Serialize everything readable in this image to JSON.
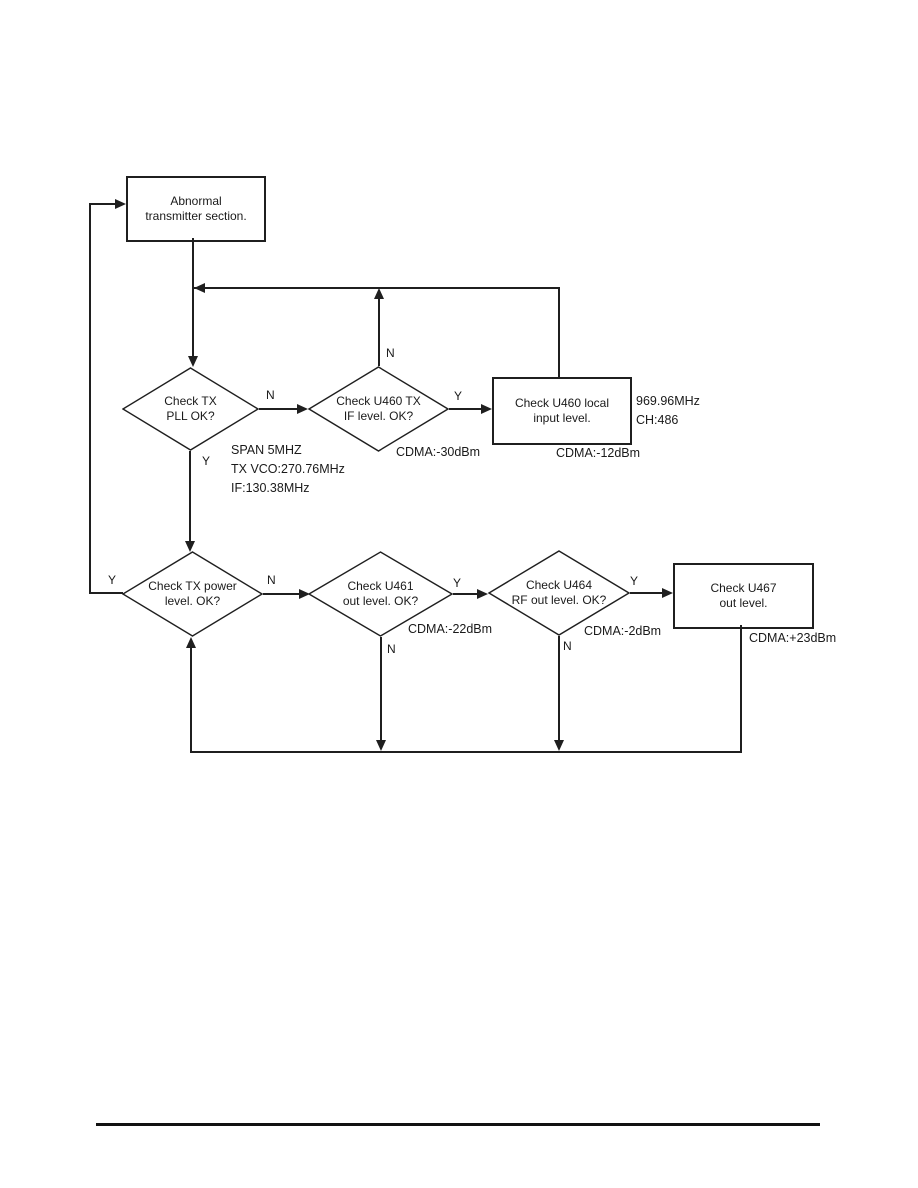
{
  "page": {
    "background": "#ffffff",
    "line_color": "#1f1f1f"
  },
  "flowchart": {
    "nodes": {
      "abnormal": {
        "line1": "Abnormal",
        "line2": "transmitter section."
      },
      "tx_pll": {
        "line1": "Check TX",
        "line2": "PLL OK?"
      },
      "u460_if": {
        "line1": "Check U460 TX",
        "line2": "IF level. OK?"
      },
      "u460_local": {
        "line1": "Check U460 local",
        "line2": "input level."
      },
      "tx_power": {
        "line1": "Check TX power",
        "line2": "level. OK?"
      },
      "u461_out": {
        "line1": "Check U461",
        "line2": "out level. OK?"
      },
      "u464_rf": {
        "line1": "Check U464",
        "line2": "RF out level. OK?"
      },
      "u467_out": {
        "line1": "Check U467",
        "line2": "out level."
      }
    },
    "branch_labels": {
      "tx_pll_n": "N",
      "tx_pll_y": "Y",
      "u460_if_n": "N",
      "u460_if_y": "Y",
      "tx_power_y": "Y",
      "tx_power_n": "N",
      "u461_y": "Y",
      "u461_n": "N",
      "u464_y": "Y",
      "u464_n": "N"
    },
    "annotations": {
      "span_line1": "SPAN 5MHZ",
      "span_line2": "TX VCO:270.76MHz",
      "span_line3": "IF:130.38MHz",
      "freq_line1": "969.96MHz",
      "freq_line2": "CH:486",
      "cdma_if": "CDMA:-30dBm",
      "cdma_local": "CDMA:-12dBm",
      "cdma_u461": "CDMA:-22dBm",
      "cdma_u464": "CDMA:-2dBm",
      "cdma_u467": "CDMA:+23dBm"
    }
  }
}
